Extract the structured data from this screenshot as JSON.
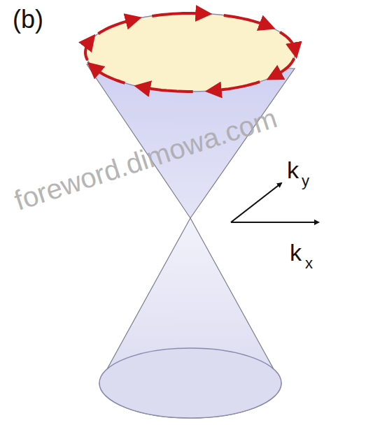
{
  "diagram": {
    "labels": [
      "(b)",
      "k",
      "y",
      "k",
      "x",
      "foreword.dimowa.com"
    ]
  }
}
